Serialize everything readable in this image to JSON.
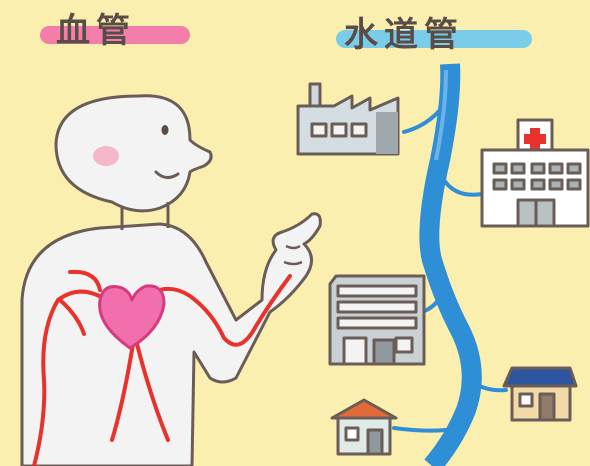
{
  "labels": {
    "blood_vessel": "血管",
    "water_pipe": "水道管"
  },
  "colors": {
    "background": "#fbefb0",
    "highlight_pink": "#f06aa8",
    "highlight_blue": "#6cc8ef",
    "pipe_blue": "#2f8fd6",
    "vessel_red": "#e8322c",
    "heart_pink": "#f26fad",
    "outline": "#6a5d57"
  },
  "icons": [
    "human-figure",
    "heart-icon",
    "factory-icon",
    "hospital-icon",
    "office-building-icon",
    "house-icon"
  ]
}
